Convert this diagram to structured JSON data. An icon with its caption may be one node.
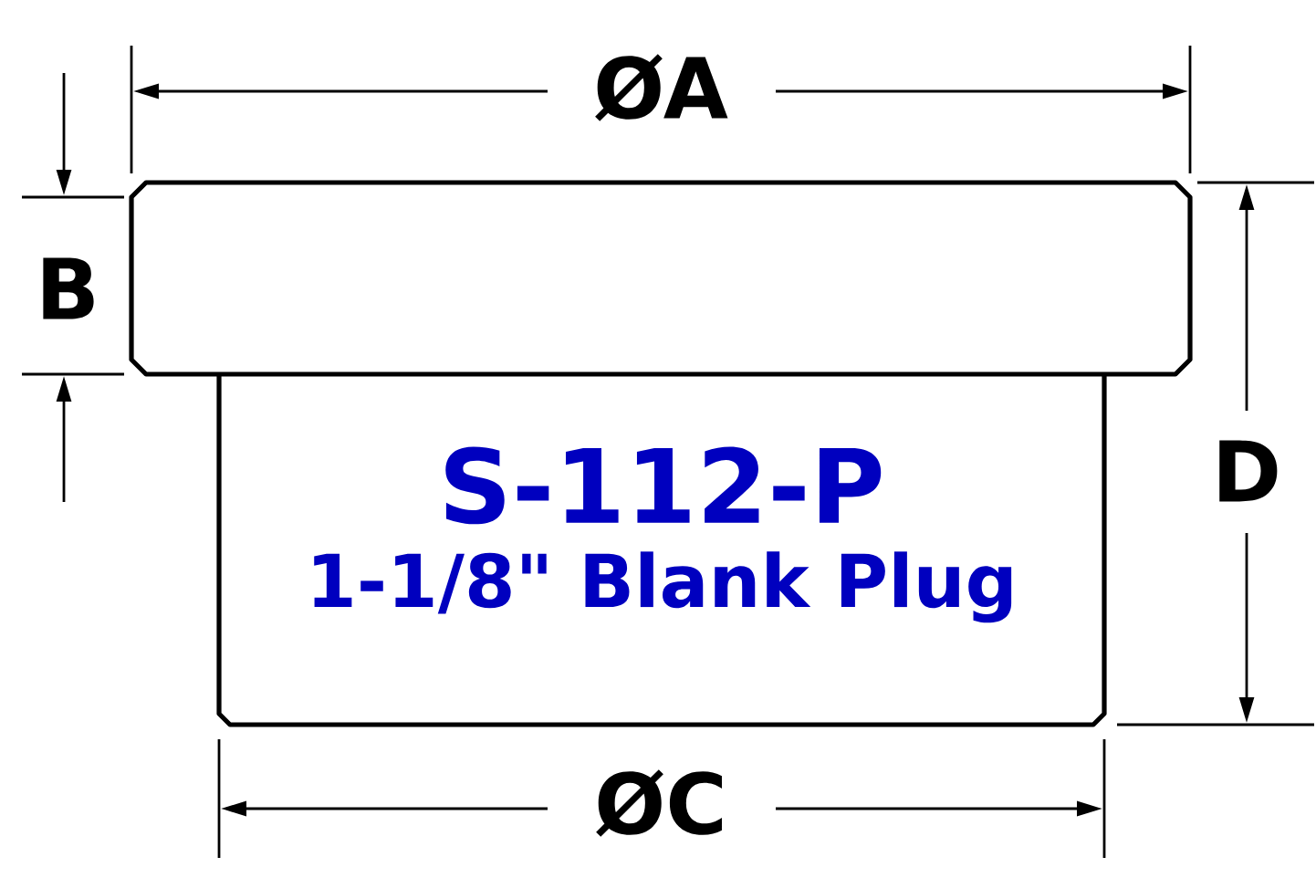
{
  "diagram": {
    "nodes": [
      {
        "text": [],
        "shape": "box"
      },
      {
        "text": [
          "S-112-P",
          "1-1/8\" Blank Plug"
        ]
      }
    ],
    "labels": [
      "ØA",
      "B",
      "D",
      "ØC"
    ]
  }
}
